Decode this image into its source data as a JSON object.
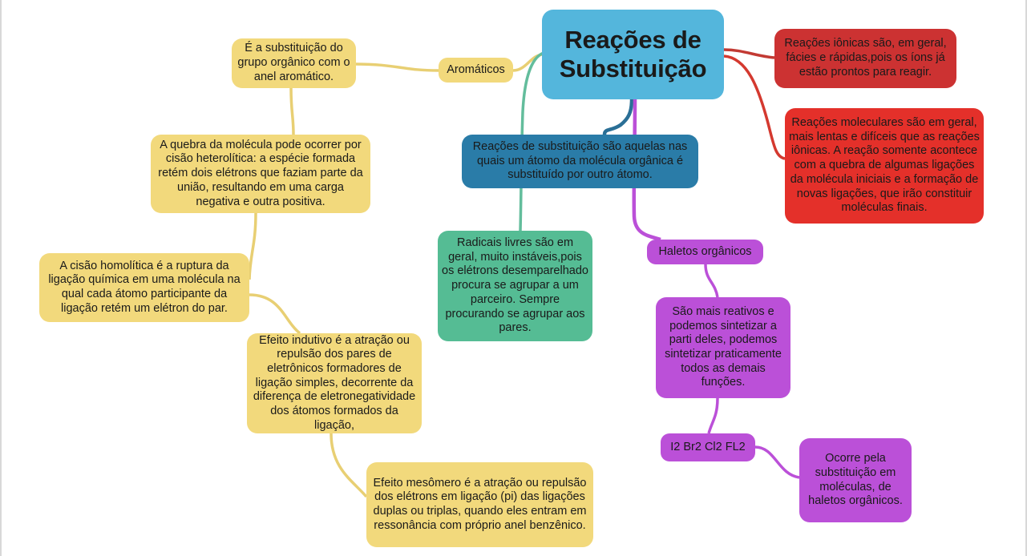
{
  "diagram": {
    "type": "mind-map",
    "title": "Reações de Substituição",
    "background": "#ffffff"
  },
  "root": {
    "label": "Reações de Substituição",
    "color": "#54b6dc"
  },
  "branches": {
    "aromaticos": {
      "color": "#f2d97c",
      "label": "Aromáticos",
      "description": "É a substituição do grupo orgânico com o anel aromático.",
      "heterolitica": "A quebra da molécula pode ocorrer por cisão heterolítica: a espécie formada retém dois elétrons que faziam parte da união, resultando em uma carga negativa e outra positiva.",
      "homolitica": "A cisão homolítica é a ruptura da ligação química em uma molécula na qual cada átomo participante da ligação retém um elétron do par.",
      "efeito_indutivo": "Efeito indutivo é a atração ou repulsão dos pares de eletrônicos formadores de ligação simples, decorrente da diferença de eletronegatividade dos átomos formados da ligação,",
      "efeito_mesomero": "Efeito mesômero é a atração ou repulsão dos elétrons em ligação (pi) das ligações duplas ou triplas, quando eles entram em ressonância com próprio anel benzênico."
    },
    "definicao": {
      "color": "#2a7ca8",
      "text": "Reações de substituição são aquelas nas quais um átomo da molécula orgânica é substituído por outro átomo."
    },
    "radicais": {
      "color": "#55bc94",
      "text": "Radicais livres são em geral, muito instáveis,pois os elétrons desemparelhado procura se agrupar a um parceiro. Sempre procurando se agrupar aos pares."
    },
    "haletos": {
      "color": "#bb50d8",
      "label": "Haletos orgânicos",
      "reativos": "São mais reativos e podemos sintetizar a parti deles, podemos sintetizar praticamente todos as demais funções.",
      "halogenios": "I2 Br2 Cl2 FL2",
      "ocorre": "Ocorre pela substituição em moléculas, de haletos orgânicos."
    },
    "ionicas": {
      "color": "#cc3232",
      "text": "Reações iônicas são, em geral, fácies e rápidas,pois os íons já estão prontos para reagir."
    },
    "moleculares": {
      "color": "#e4302a",
      "text": "Reações moleculares são em geral, mais lentas e difíceis que as reações iônicas. A reação somente acontece com a quebra de algumas ligações da molécula iniciais e a formação de novas ligações, que irão constituir moléculas finais."
    }
  }
}
